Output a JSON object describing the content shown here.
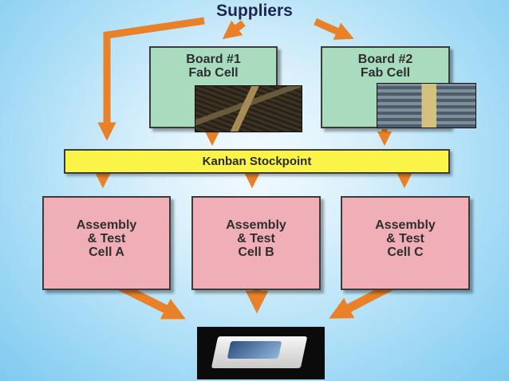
{
  "title": "Suppliers",
  "fab_cells": [
    {
      "label": "Board #1\nFab Cell"
    },
    {
      "label": "Board #2\nFab Cell"
    }
  ],
  "stockpoint": {
    "label": "Kanban Stockpoint"
  },
  "assembly_cells": [
    {
      "label": "Assembly\n& Test\nCell A"
    },
    {
      "label": "Assembly\n& Test\nCell B"
    },
    {
      "label": "Assembly\n& Test\nCell C"
    }
  ],
  "colors": {
    "arrow": "#e88127",
    "fab_cell": "#a9dbbe",
    "assembly_cell": "#f0aeb6",
    "stockpoint": "#fbf448",
    "title_text": "#1d2553"
  },
  "images": {
    "board1": "circuit-board-photo",
    "board2": "circuit-board-photo",
    "product": "boxed-phone-photo"
  }
}
